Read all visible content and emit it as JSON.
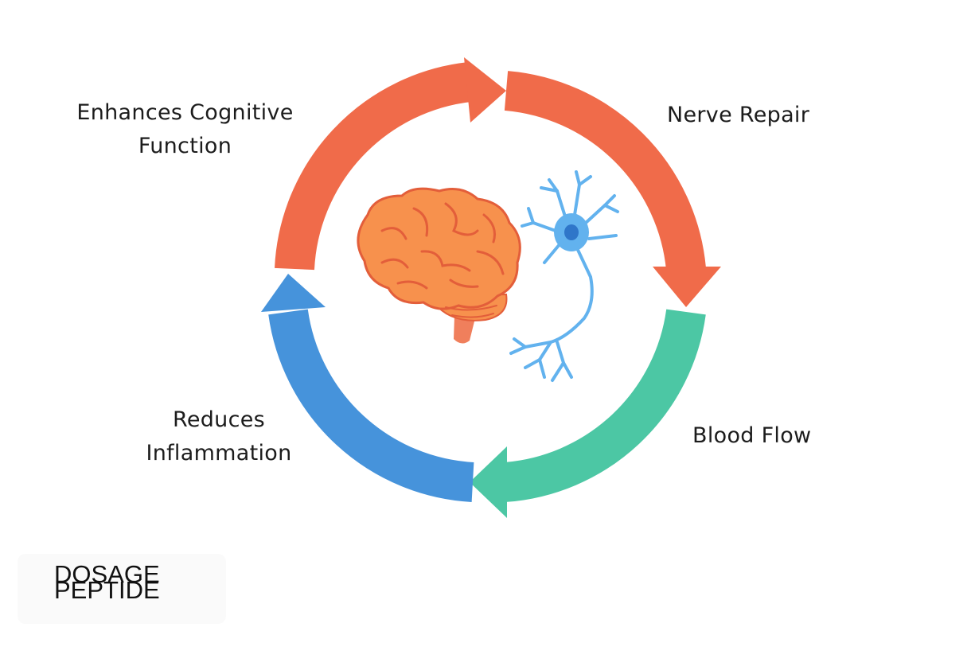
{
  "cycle": {
    "stages": [
      {
        "label": "Enhances Cognitive\nFunction",
        "color": "#F06B4A"
      },
      {
        "label": "Nerve Repair",
        "color": "#F06B4A"
      },
      {
        "label": "Blood Flow",
        "color": "#4CC7A4"
      },
      {
        "label": "Reduces\nInflammation",
        "color": "#4693DB"
      }
    ],
    "center_icons": [
      "brain-icon",
      "neuron-icon"
    ]
  },
  "watermark": {
    "line1": "DOSAGE",
    "line2": "PEPTIDE"
  },
  "colors": {
    "brain_fill": "#F7914D",
    "brain_line": "#E35E3A",
    "stem": "#F07F5C",
    "neuron": "#62B2EE",
    "nucleus": "#2F76C9"
  }
}
